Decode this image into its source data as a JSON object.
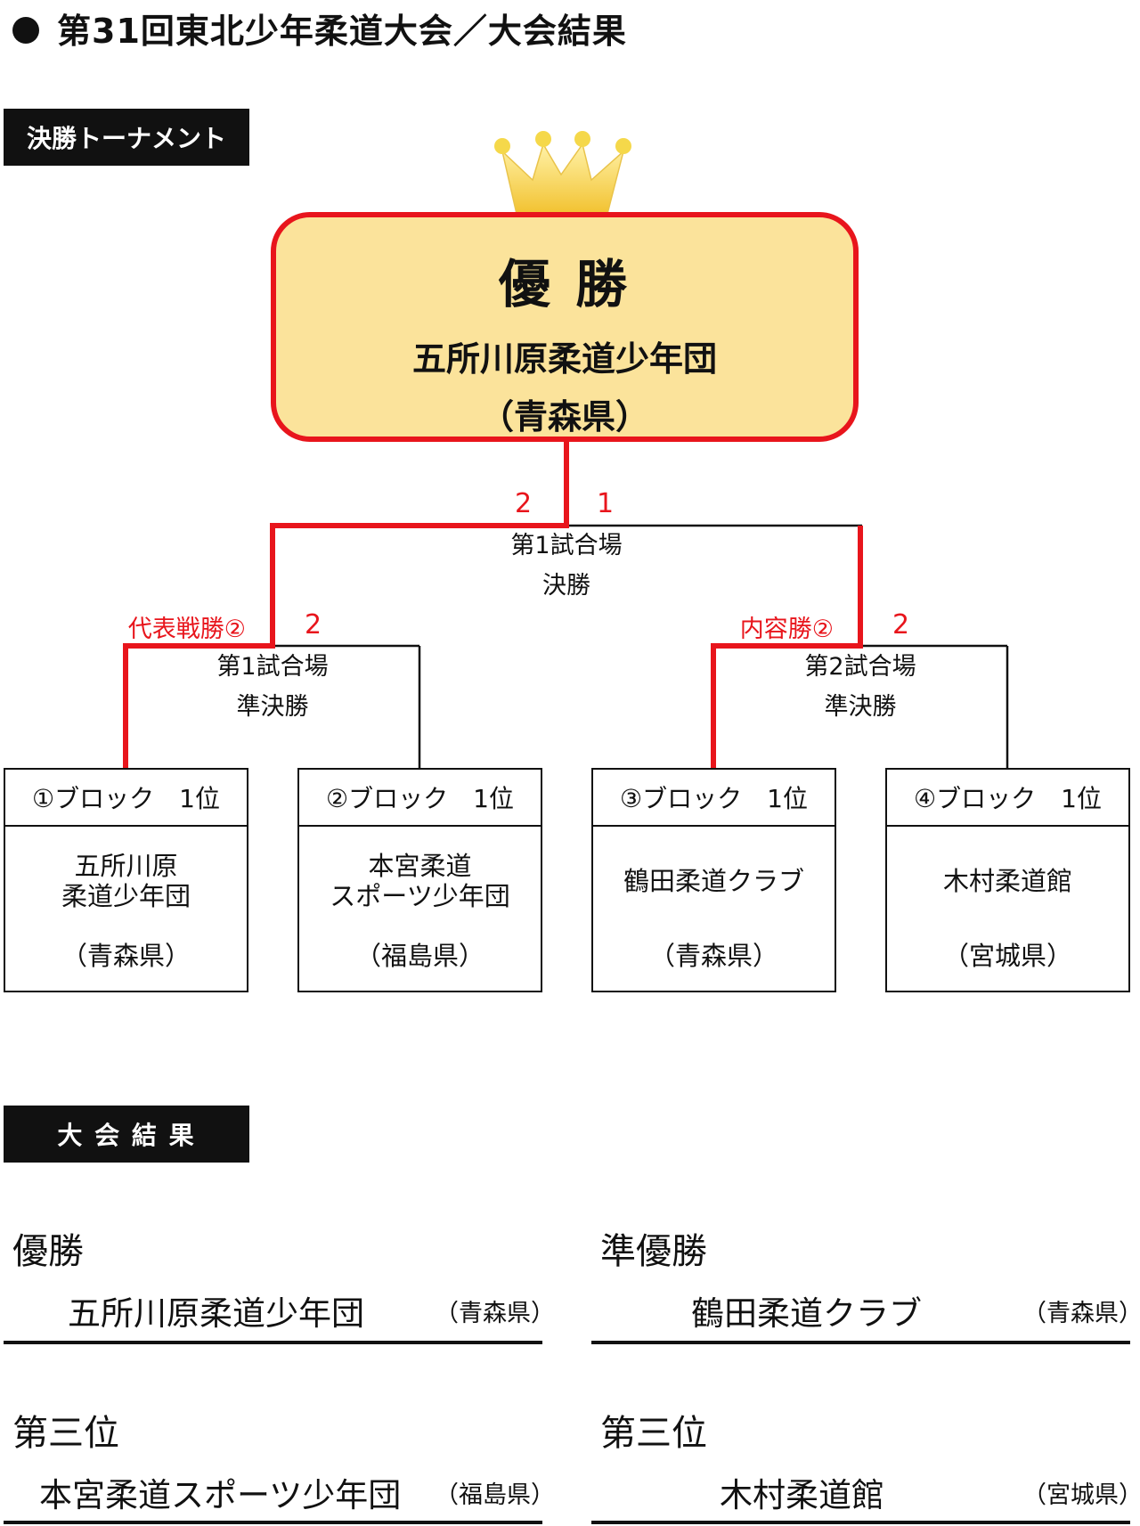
{
  "title": "第31回東北少年柔道大会／大会結果",
  "sections": {
    "bracket_label": "決勝トーナメント",
    "results_label": "大 会 結 果"
  },
  "colors": {
    "winner_line": "#e8151c",
    "champion_fill": "#fbe39b",
    "crown": "#f5cf3a",
    "header_bg": "#111111"
  },
  "champion": {
    "icon": "crown-icon",
    "heading": "優 勝",
    "team": "五所川原柔道少年団",
    "prefecture": "（青森県）"
  },
  "final": {
    "score_left": "2",
    "score_right": "1",
    "venue": "第1試合場",
    "round": "決勝"
  },
  "semifinals": [
    {
      "note": "代表戦勝②",
      "score": "2",
      "venue": "第1試合場",
      "round": "準決勝"
    },
    {
      "note": "内容勝②",
      "score": "2",
      "venue": "第2試合場",
      "round": "準決勝"
    }
  ],
  "blocks": [
    {
      "header": "①ブロック　1位",
      "team": "五所川原\n柔道少年団",
      "prefecture": "（青森県）"
    },
    {
      "header": "②ブロック　1位",
      "team": "本宮柔道\nスポーツ少年団",
      "prefecture": "（福島県）"
    },
    {
      "header": "③ブロック　1位",
      "team": "鶴田柔道クラブ",
      "prefecture": "（青森県）"
    },
    {
      "header": "④ブロック　1位",
      "team": "木村柔道館",
      "prefecture": "（宮城県）"
    }
  ],
  "results": [
    {
      "place": "優勝",
      "team": "五所川原柔道少年団",
      "prefecture": "（青森県）"
    },
    {
      "place": "準優勝",
      "team": "鶴田柔道クラブ",
      "prefecture": "（青森県）"
    },
    {
      "place": "第三位",
      "team": "本宮柔道スポーツ少年団",
      "prefecture": "（福島県）"
    },
    {
      "place": "第三位",
      "team": "木村柔道館",
      "prefecture": "（宮城県）"
    }
  ]
}
